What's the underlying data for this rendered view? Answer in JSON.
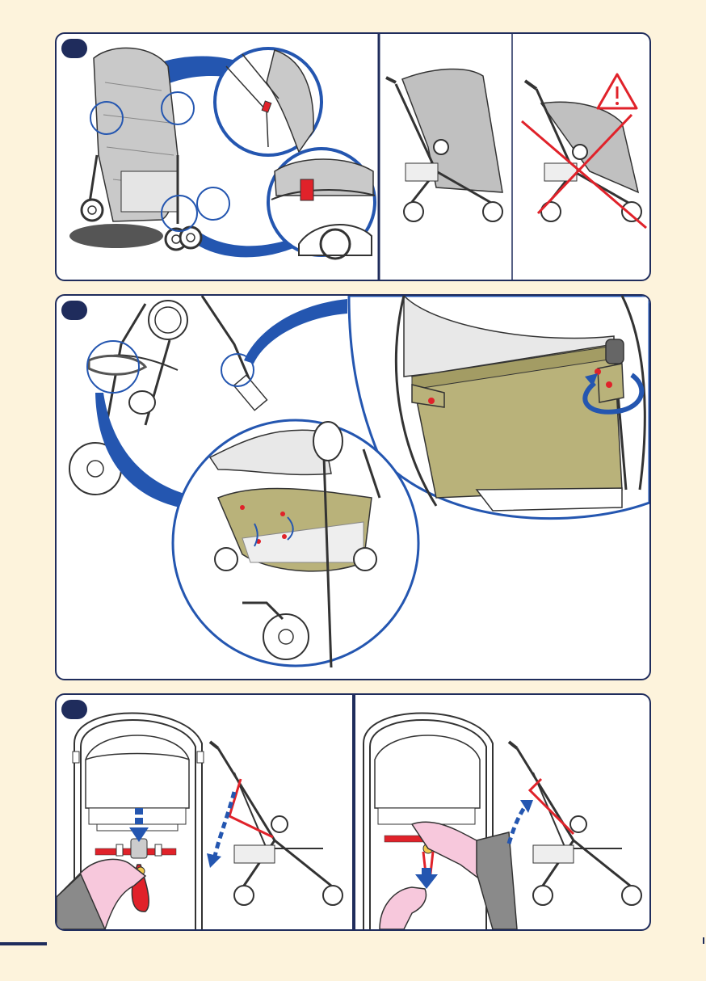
{
  "steps": [
    {
      "id": "rain-cover-fit",
      "views": [
        "fit",
        "correct",
        "incorrect"
      ]
    },
    {
      "id": "basket-fit",
      "views": [
        "overview",
        "clip-detail",
        "basket-detail"
      ]
    },
    {
      "id": "canopy-strap",
      "views": [
        "fold-down",
        "fold-up"
      ]
    }
  ],
  "colors": {
    "frame": "#1f2c5c",
    "accent_blue": "#2456b0",
    "warning_red": "#e0222a",
    "basket_olive": "#b9b27a",
    "rain_cover_gray": "#b8b8b8",
    "skin_pink": "#f7c8dc",
    "sleeve_gray": "#8a8a8a",
    "background": "#fdf3dc"
  },
  "icons": [
    "warning-triangle-icon",
    "cross-out-icon",
    "arrow-down-icon",
    "arrow-up-icon",
    "rotate-arrow-icon"
  ]
}
